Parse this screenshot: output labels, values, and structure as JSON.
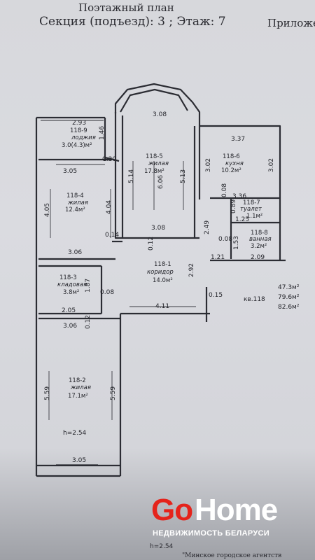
{
  "header": {
    "title": "Поэтажный план",
    "section_line": "Секция (подъезд): 3 ;  Этаж: 7",
    "appendix": "Приложе"
  },
  "rooms": {
    "loggia": {
      "num": "118-9",
      "name": "лоджия",
      "area": "3.0(4.3)м²"
    },
    "living5": {
      "num": "118-5",
      "name": "жилая",
      "area": "17.8м²"
    },
    "kitchen": {
      "num": "118-6",
      "name": "кухня",
      "area": "10.2м²"
    },
    "living4": {
      "num": "118-4",
      "name": "жилая",
      "area": "12.4м²"
    },
    "toilet": {
      "num": "118-7",
      "name": "туалет",
      "area": "1.1м²"
    },
    "bath": {
      "num": "118-8",
      "name": "ванная",
      "area": "3.2м²"
    },
    "corridor": {
      "num": "118-1",
      "name": "коридор",
      "area": "14.0м²"
    },
    "storage": {
      "num": "118-3",
      "name": "кладовая",
      "area": "3.8м²"
    },
    "living2": {
      "num": "118-2",
      "name": "жилая",
      "area": "17.1м²"
    }
  },
  "totals": {
    "apt": "кв.118",
    "living": "47.3м²",
    "total": "79.6м²",
    "overall": "82.6м²"
  },
  "dims": {
    "d293": "2.93",
    "d146": "1.46",
    "d030": "0.30",
    "d305a": "3.05",
    "d308a": "3.08",
    "d337": "3.37",
    "d514": "5.14",
    "d606": "6.06",
    "d513": "5.13",
    "d302a": "3.02",
    "d302b": "3.02",
    "d008a": "0.08",
    "d336": "3.36",
    "d405": "4.05",
    "d404": "4.04",
    "d089": "0.89",
    "d125": "1.25",
    "d014": "0.14",
    "d308b": "3.08",
    "d249": "2.49",
    "d008b": "0.08",
    "d153": "1.53",
    "d012a": "0.12",
    "d306a": "3.06",
    "d121": "1.21",
    "d209": "2.09",
    "d292": "2.92",
    "d187": "1.87",
    "d008c": "0.08",
    "d015": "0.15",
    "d205": "2.05",
    "d411": "4.11",
    "d306b": "3.06",
    "d012b": "0.12",
    "d559a": "5.59",
    "d559b": "5.59",
    "h254a": "h=2.54",
    "d305b": "3.05"
  },
  "logo": {
    "go": "Go",
    "home": "Home",
    "subtitle": "НЕДВИЖИМОСТЬ БЕЛАРУСИ"
  },
  "bottom_h": "h=2.54",
  "footer": "\"Минское городское агентств"
}
